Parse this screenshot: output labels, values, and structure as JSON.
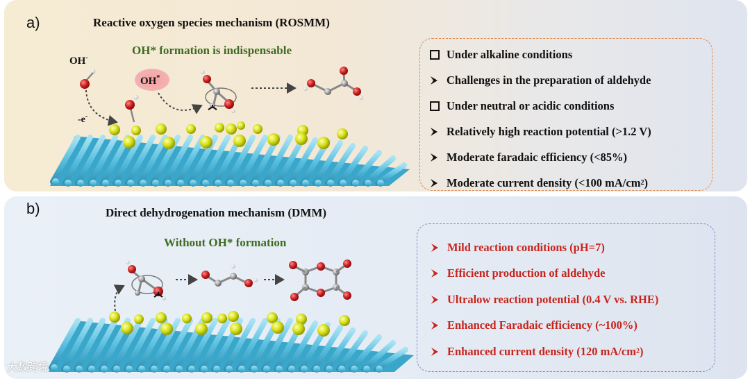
{
  "panel_a": {
    "label": "a)",
    "title": "Reactive oxygen species mechanism (ROSMM)",
    "subtitle": "OH* formation is indispensable",
    "species": {
      "oh_minus": "OH",
      "oh_minus_sup": "-",
      "electron": "-e",
      "electron_sup": "-",
      "oh_star": "OH",
      "oh_star_sup": "*"
    },
    "items": [
      {
        "marker": "square",
        "text": "Under alkaline conditions"
      },
      {
        "marker": "arrow",
        "text": "Challenges in the preparation of aldehyde"
      },
      {
        "marker": "square",
        "text": "Under neutral or acidic conditions"
      },
      {
        "marker": "arrow",
        "text": "Relatively high reaction potential (>1.2 V)"
      },
      {
        "marker": "arrow",
        "text": "Moderate faradaic efficiency (<85%)"
      },
      {
        "marker": "arrow",
        "text": "Moderate current density (<100 mA/cm",
        "sup": "2",
        "tail": ")"
      }
    ]
  },
  "panel_b": {
    "label": "b)",
    "title": "Direct dehydrogenation mechanism (DMM)",
    "subtitle": "Without OH* formation",
    "items": [
      {
        "marker": "arrow",
        "text": "Mild reaction conditions (pH=7)"
      },
      {
        "marker": "arrow",
        "text": "Efficient production of aldehyde"
      },
      {
        "marker": "arrow",
        "text": "Ultralow reaction potential (0.4 V vs. RHE)"
      },
      {
        "marker": "arrow",
        "text": "Enhanced Faradaic efficiency (~100%)"
      },
      {
        "marker": "arrow",
        "text": "Enhanced current density (120 mA/cm",
        "sup": "2",
        "tail": ")"
      }
    ]
  },
  "colors": {
    "accent_red": "#c8241c",
    "subtitle_green": "#3d6b22",
    "rod_blue": "#5bc0e0",
    "sphere_yellow": "#d9e21a",
    "oxygen_red": "#cc1f1f",
    "box_a_border": "#e0894a",
    "box_b_border": "#7a8fc8"
  },
  "watermark": "大数跨境"
}
